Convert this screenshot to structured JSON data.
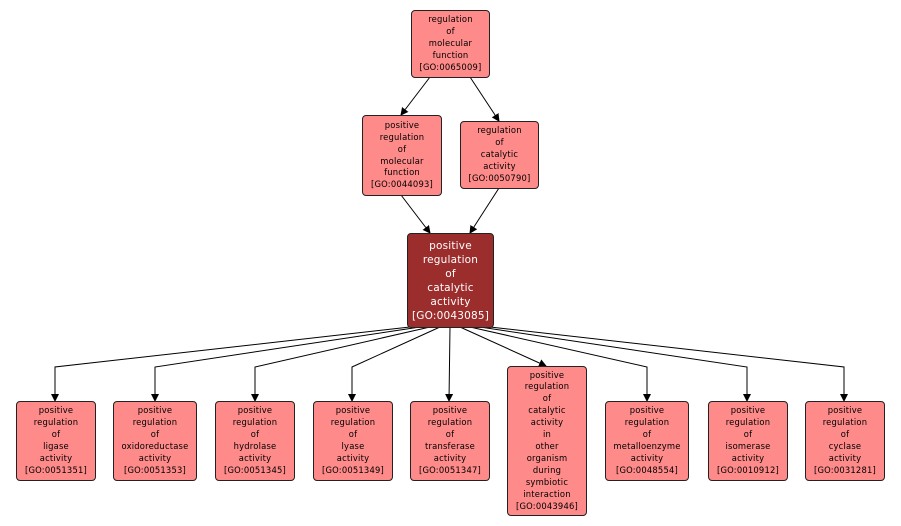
{
  "colors": {
    "node": "#fe8a8a",
    "focus": "#9b2d2d",
    "edge": "#000000"
  },
  "nodes": {
    "root": {
      "label": "regulation\nof\nmolecular\nfunction\n[GO:0065009]"
    },
    "pos_mol": {
      "label": "positive\nregulation\nof\nmolecular\nfunction\n[GO:0044093]"
    },
    "reg_cat": {
      "label": "regulation\nof\ncatalytic\nactivity\n[GO:0050790]"
    },
    "focus": {
      "label": "positive\nregulation\nof\ncatalytic\nactivity\n[GO:0043085]"
    },
    "ligase": {
      "label": "positive\nregulation\nof\nligase\nactivity\n[GO:0051351]"
    },
    "oxido": {
      "label": "positive\nregulation\nof\noxidoreductase\nactivity\n[GO:0051353]"
    },
    "hydrolase": {
      "label": "positive\nregulation\nof\nhydrolase\nactivity\n[GO:0051345]"
    },
    "lyase": {
      "label": "positive\nregulation\nof\nlyase\nactivity\n[GO:0051349]"
    },
    "transferase": {
      "label": "positive\nregulation\nof\ntransferase\nactivity\n[GO:0051347]"
    },
    "symbiotic": {
      "label": "positive\nregulation\nof\ncatalytic\nactivity\nin\nother\norganism\nduring\nsymbiotic\ninteraction\n[GO:0043946]"
    },
    "metallo": {
      "label": "positive\nregulation\nof\nmetalloenzyme\nactivity\n[GO:0048554]"
    },
    "isomerase": {
      "label": "positive\nregulation\nof\nisomerase\nactivity\n[GO:0010912]"
    },
    "cyclase": {
      "label": "positive\nregulation\nof\ncyclase\nactivity\n[GO:0031281]"
    }
  }
}
